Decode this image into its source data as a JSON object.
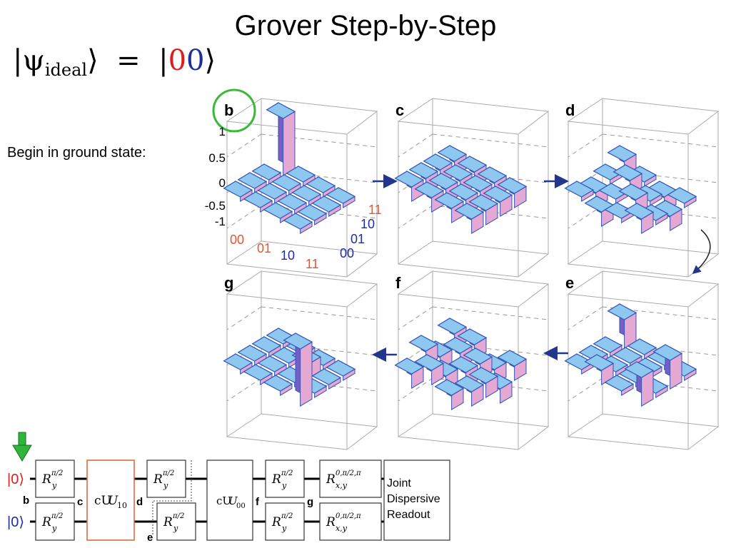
{
  "title": "Grover Step-by-Step",
  "state_equation": {
    "lhs_open": "|ψ",
    "lhs_sub": "ideal",
    "lhs_close": "⟩",
    "equals": "=",
    "ket_open": "|",
    "qubit_a": "0",
    "qubit_b": "0",
    "ket_close": "⟩"
  },
  "begin_note": "Begin in ground state:",
  "panels": [
    {
      "id": "b",
      "label": "b",
      "heights": [
        [
          1,
          0,
          0,
          0
        ],
        [
          0,
          0,
          0,
          0
        ],
        [
          0,
          0,
          0,
          0
        ],
        [
          0,
          0,
          0,
          0
        ]
      ]
    },
    {
      "id": "c",
      "label": "c",
      "heights": [
        [
          0.25,
          0.25,
          0.25,
          0.25
        ],
        [
          0.25,
          0.25,
          0.25,
          0.25
        ],
        [
          0.25,
          0.25,
          0.25,
          0.25
        ],
        [
          0.25,
          0.25,
          0.25,
          0.25
        ]
      ]
    },
    {
      "id": "d",
      "label": "d",
      "heights": [
        [
          0.25,
          0,
          -0.25,
          0
        ],
        [
          0,
          0.25,
          0,
          -0.25
        ],
        [
          -0.25,
          0,
          0.25,
          0
        ],
        [
          0,
          -0.25,
          0,
          0.25
        ]
      ]
    },
    {
      "id": "e",
      "label": "e",
      "heights": [
        [
          0.5,
          0,
          0,
          0
        ],
        [
          0,
          0,
          0,
          0.25
        ],
        [
          0,
          0,
          0,
          0
        ],
        [
          0,
          0.5,
          0,
          0.5
        ]
      ]
    },
    {
      "id": "f",
      "label": "f",
      "heights": [
        [
          0.25,
          -0.25,
          0.25,
          -0.25
        ],
        [
          0.25,
          0.25,
          -0.25,
          0.25
        ],
        [
          -0.25,
          0.25,
          0.25,
          -0.25
        ],
        [
          0.25,
          -0.25,
          0.25,
          0.25
        ]
      ]
    },
    {
      "id": "g",
      "label": "g",
      "heights": [
        [
          0,
          0,
          0,
          0
        ],
        [
          0,
          0,
          0,
          0
        ],
        [
          0,
          0.25,
          0,
          0
        ],
        [
          0,
          0,
          0,
          1
        ]
      ]
    }
  ],
  "panel_b_axis": {
    "z_ticks": [
      "1",
      "0.5",
      "0",
      "-0.5",
      "-1"
    ],
    "x_ticks": [
      "00",
      "01",
      "10",
      "11"
    ],
    "y_ticks": [
      "11",
      "10",
      "01",
      "00"
    ]
  },
  "circuit": {
    "qubit_top_label": "|0⟩",
    "qubit_bottom_label": "|0⟩",
    "gate_ry": "R",
    "gate_ry_sub": "y",
    "gate_ry_sup": "π/2",
    "gate_cu10": "cU",
    "gate_cu10_sub": "10",
    "gate_cu00": "cU",
    "gate_cu00_sub": "00",
    "gate_rxy": "R",
    "gate_rxy_sub": "x,y",
    "gate_rxy_sup": "0,π/2,π",
    "readout_line1": "Joint",
    "readout_line2": "Dispersive",
    "readout_line3": "Readout",
    "step_labels": [
      "b",
      "c",
      "d",
      "e",
      "f",
      "g"
    ]
  },
  "colors": {
    "bar_top": "#8ec7f0",
    "bar_front": "#7b5cc4",
    "bar_side": "#e4a8d2",
    "bar_edge": "#3355b5",
    "qubit_a": "#d9201e",
    "qubit_b": "#1f2f9a",
    "cu_gate": "#e06a3a",
    "highlight_circle": "#3ab837",
    "start_arrow": "#2fb53a",
    "flow_arrow": "#24358c"
  }
}
